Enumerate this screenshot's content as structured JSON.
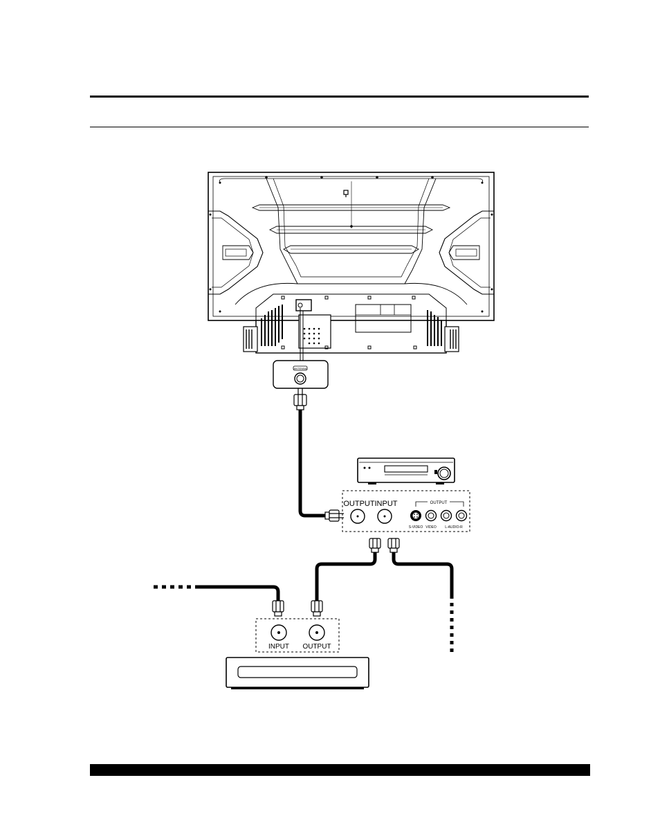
{
  "tv_antenna_jack": {
    "label": "ANTENNA"
  },
  "vcr": {
    "output_label": "OUTPUT",
    "input_label": "INPUT",
    "av_output_label": "OUTPUT",
    "s_video_label": "S-VIDEO",
    "video_label": "VIDEO",
    "audio_label": "L-AUDIO-R"
  },
  "cable_box": {
    "input_label": "INPUT",
    "output_label": "OUTPUT"
  },
  "colors": {
    "ink": "#000000",
    "paper": "#ffffff"
  }
}
